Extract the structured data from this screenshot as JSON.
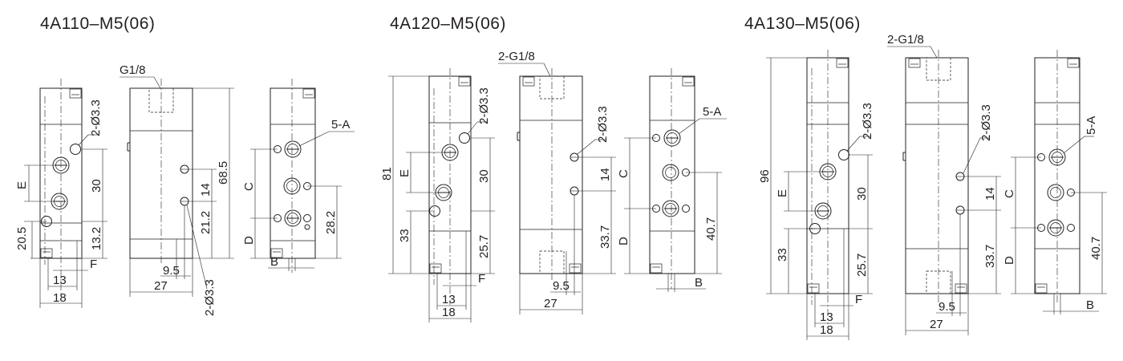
{
  "diagrams": [
    {
      "title": "4A110–M5(06)",
      "labels": {
        "hole": "2-Ø3.3",
        "port": "5-A",
        "thread": "G1/8",
        "e": "E",
        "d": "D",
        "c": "C",
        "f": "F",
        "b": "B"
      },
      "dims": {
        "h_total": "68.5",
        "pitch_side": "30",
        "base_side": "13.2",
        "e_off": "20.5",
        "hole_pitch": "14",
        "hole_base": "21.2",
        "port_base": "28.2",
        "w_side": "18",
        "w_sub": "13",
        "w_body": "27",
        "w_sub2": "9.5"
      }
    },
    {
      "title": "4A120–M5(06)",
      "labels": {
        "hole": "2-Ø3.3",
        "port": "5-A",
        "thread": "2-G1/8",
        "e": "E",
        "d": "D",
        "c": "C",
        "f": "F",
        "b": "B"
      },
      "dims": {
        "h_total": "81",
        "pitch_side": "30",
        "base_side": "33",
        "base_side2": "25.7",
        "hole_pitch": "14",
        "hole_base": "33.7",
        "port_base": "40.7",
        "w_side": "18",
        "w_sub": "13",
        "w_body": "27",
        "w_sub2": "9.5"
      }
    },
    {
      "title": "4A130–M5(06)",
      "labels": {
        "hole": "2-Ø3.3",
        "port": "5-A",
        "thread": "2-G1/8",
        "e": "E",
        "d": "D",
        "c": "C",
        "f": "F",
        "b": "B"
      },
      "dims": {
        "h_total": "96",
        "pitch_side": "30",
        "base_side": "33",
        "base_side2": "25.7",
        "hole_pitch": "14",
        "hole_base": "33.7",
        "port_base": "40.7",
        "w_side": "18",
        "w_sub": "13",
        "w_body": "27",
        "w_sub2": "9.5"
      }
    }
  ]
}
